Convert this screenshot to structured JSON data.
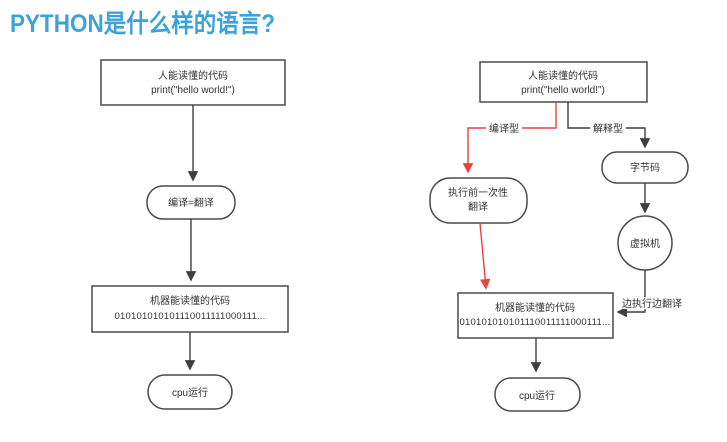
{
  "page": {
    "title": "PYTHON是什么样的语言?",
    "title_color": "#3ba3d9",
    "accent_red": "#e8433f",
    "line_color": "#3f3f3f"
  },
  "left_flow": {
    "source_code": {
      "line1": "人能读懂的代码",
      "line2": "print(\"hello world!\")"
    },
    "compile": "编译=翻译",
    "machine_code": {
      "line1": "机器能读懂的代码",
      "line2": "010101010101110011111000111..."
    },
    "cpu": "cpu运行"
  },
  "right_flow": {
    "source_code": {
      "line1": "人能读懂的代码",
      "line2": "print(\"hello world!\")"
    },
    "branch_compiled": "编译型",
    "branch_interpreted": "解释型",
    "pre_translate": {
      "line1": "执行前一次性",
      "line2": "翻译"
    },
    "bytecode": "字节码",
    "vm": "虚拟机",
    "translate_while_running": "边执行边翻译",
    "machine_code": {
      "line1": "机器能读懂的代码",
      "line2": "010101010101110011111000111..."
    },
    "cpu": "cpu运行"
  }
}
